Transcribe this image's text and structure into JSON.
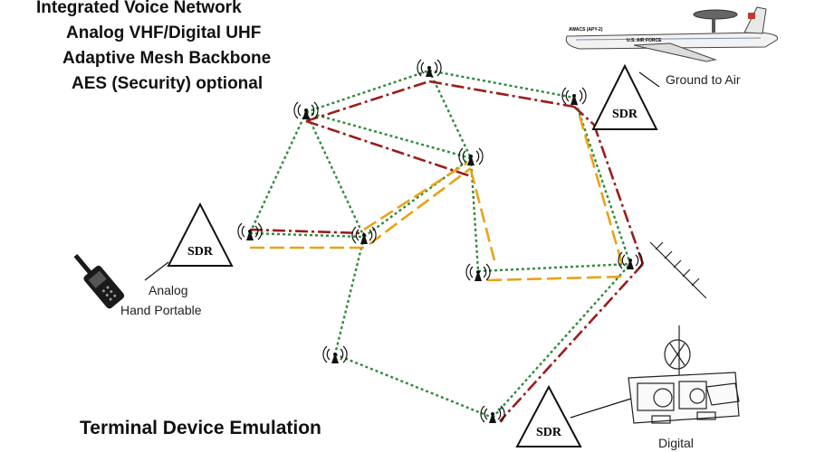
{
  "header": {
    "line1": "Integrated Voice Network",
    "line2": "Analog VHF/Digital UHF",
    "line3": "Adaptive Mesh Backbone",
    "line4": "AES (Security) optional"
  },
  "footer": {
    "title": "Terminal Device Emulation"
  },
  "sdr_label": "SDR",
  "labels": {
    "ground_to_air": "Ground to Air",
    "analog": "Analog",
    "hand_portable": "Hand Portable",
    "digital": "Digital"
  },
  "aircraft": {
    "name": "AWACS (APY-2)",
    "marking": "U.S. AIR FORCE"
  },
  "colors": {
    "green_link": "#2e8b3a",
    "red_link": "#9b1c1c",
    "orange_link": "#e8a317",
    "node": "#111111"
  },
  "icons": [
    "radio-tower-icon",
    "handheld-radio-icon",
    "aircraft-icon",
    "ground-terminal-icon"
  ]
}
